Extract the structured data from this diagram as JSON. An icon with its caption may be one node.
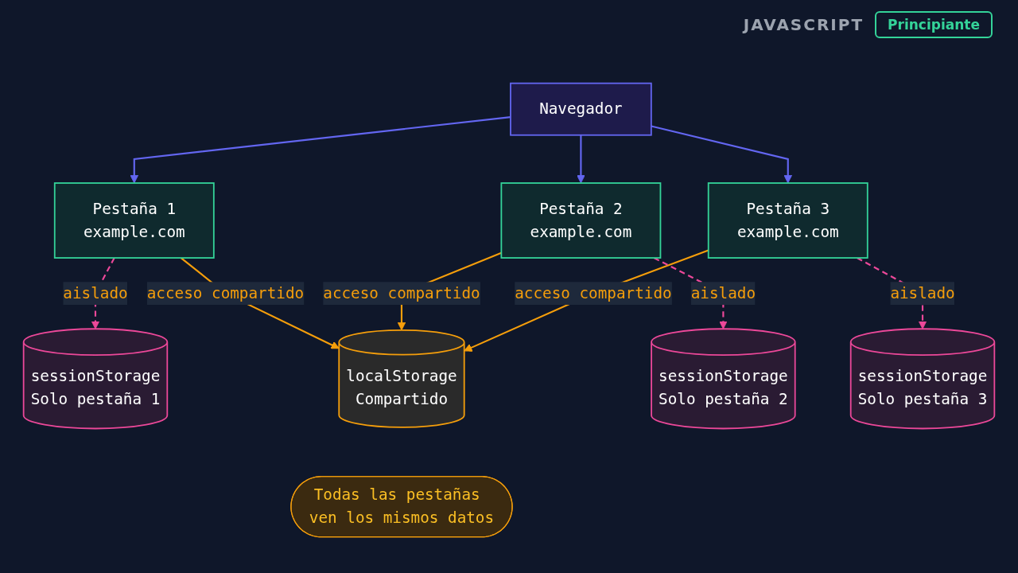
{
  "diagram": {
    "nodes": [
      {
        "text": [
          "Navegador"
        ]
      },
      {
        "text": [
          "Pestaña 1",
          "example.com"
        ]
      },
      {
        "text": [
          "Pestaña 2",
          "example.com"
        ]
      },
      {
        "text": [
          "Pestaña 3",
          "example.com"
        ]
      },
      {
        "text": [
          "sessionStorage",
          "Solo pestaña 1"
        ]
      },
      {
        "text": [
          "localStorage",
          "Compartido"
        ]
      },
      {
        "text": [
          "sessionStorage",
          "Solo pestaña 3"
        ]
      },
      {
        "text": [
          "sessionStorage",
          "Solo pestaña 2"
        ]
      },
      {
        "text": [
          "Todas las pestañas ven los mismos datos"
        ]
      }
    ],
    "edges": [
      {
        "from": 0,
        "to": 1,
        "arrow": "to"
      },
      {
        "from": 0,
        "to": 2,
        "arrow": "to"
      },
      {
        "from": 0,
        "to": 3,
        "arrow": "to"
      },
      {
        "from": 1,
        "to": 5,
        "arrow": "to",
        "label": "acceso compartido",
        "color": "#f59e0b"
      },
      {
        "from": 2,
        "to": 5,
        "arrow": "to",
        "label": "acceso compartido",
        "color": "#f59e0b"
      },
      {
        "from": 3,
        "to": 5,
        "arrow": "to",
        "label": "acceso compartido",
        "color": "#f59e0b"
      },
      {
        "from": 1,
        "to": 4,
        "arrow": "to",
        "label": "aislado",
        "style": "dashed",
        "color": "#ec4899"
      },
      {
        "from": 2,
        "to": 7,
        "arrow": "to",
        "label": "aislado",
        "style": "dashed",
        "color": "#ec4899"
      },
      {
        "from": 3,
        "to": 6,
        "arrow": "to",
        "label": "aislado",
        "style": "dashed",
        "color": "#ec4899"
      }
    ],
    "labels": [
      "JAVASCRIPT",
      "Principiante"
    ]
  }
}
